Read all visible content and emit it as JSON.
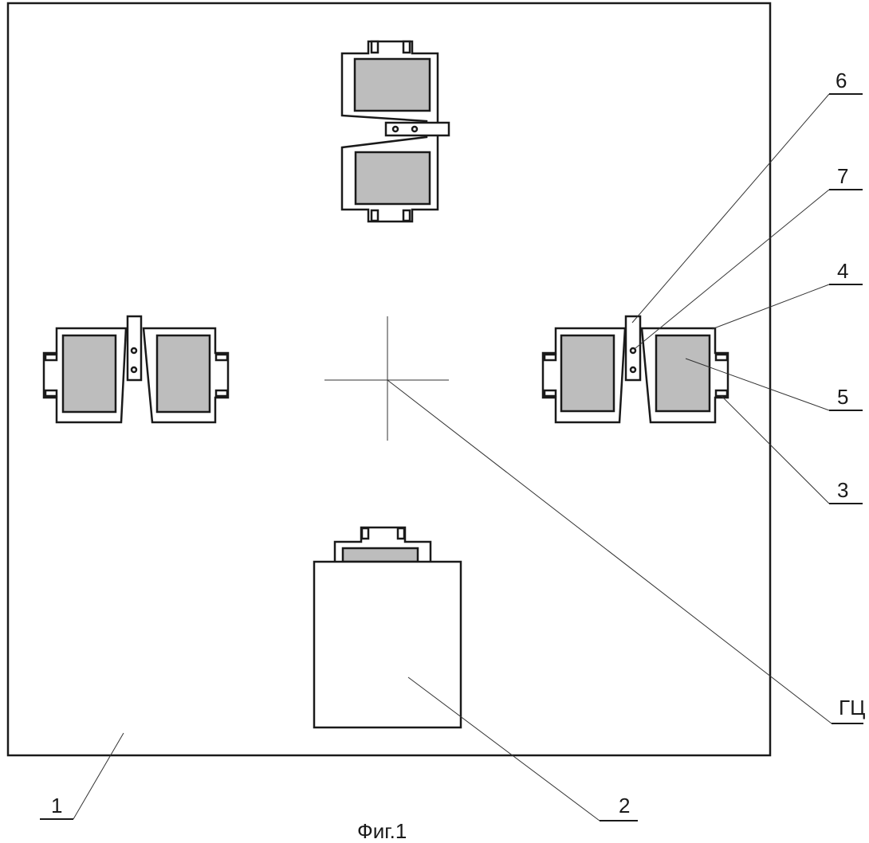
{
  "figure": {
    "caption": "Фиг.1",
    "labels": {
      "base_plate": "1",
      "bottom_unit": "2",
      "ear": "3",
      "frame": "4",
      "core": "5",
      "strip": "6",
      "hole": "7",
      "geometric_center": "ГЦ"
    }
  }
}
